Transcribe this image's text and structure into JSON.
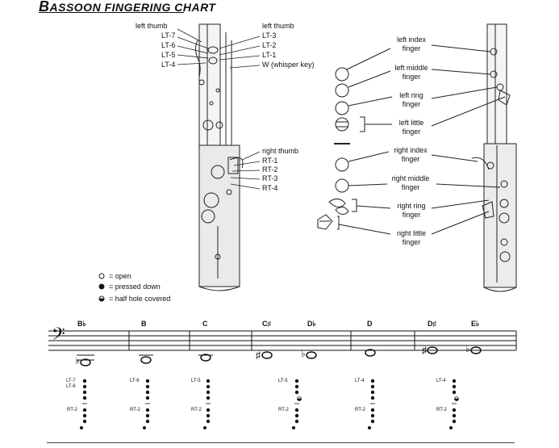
{
  "title": {
    "first": "B",
    "rest": "ASSOON FINGERING CHART"
  },
  "left_labels": {
    "left_thumb": "left thumb",
    "lt7": "LT-7",
    "lt6": "LT-6",
    "lt5": "LT-5",
    "lt4": "LT-4",
    "left_thumb_r": "left thumb",
    "lt3": "LT-3",
    "lt2": "LT-2",
    "lt1": "LT-1",
    "whisper": "W (whisper key)",
    "right_thumb": "right thumb",
    "rt1": "RT-1",
    "rt2": "RT-2",
    "rt3": "RT-3",
    "rt4": "RT-4"
  },
  "right_labels": {
    "left_index": [
      "left index",
      "finger"
    ],
    "left_middle": [
      "left middle",
      "finger"
    ],
    "left_ring": [
      "left ring",
      "finger"
    ],
    "left_little": [
      "left little",
      "finger"
    ],
    "right_index": [
      "right index",
      "finger"
    ],
    "right_middle": [
      "right middle",
      "finger"
    ],
    "right_ring": [
      "right ring",
      "finger"
    ],
    "right_little": [
      "right little",
      "finger"
    ]
  },
  "legend": {
    "open": "= open",
    "pressed": "= pressed down",
    "half": "= half hole covered"
  },
  "notes": [
    "B♭",
    "B",
    "C",
    "C♯",
    "D♭",
    "D",
    "D♯",
    "E♭"
  ],
  "key_labels": {
    "c1_top": [
      "LT-7",
      "LT-6"
    ],
    "c1_bottom": "RT-2",
    "c2_top": "LT-6",
    "c2_bottom": "RT-2",
    "c3_top": "LT-5",
    "c3_bottom": "RT-2",
    "c4_top": "LT-5",
    "c4_bottom": "RT-2",
    "c5_top": "LT-4",
    "c5_bottom": "RT-2",
    "c6_top": "LT-4",
    "c6_bottom": "RT-2"
  }
}
